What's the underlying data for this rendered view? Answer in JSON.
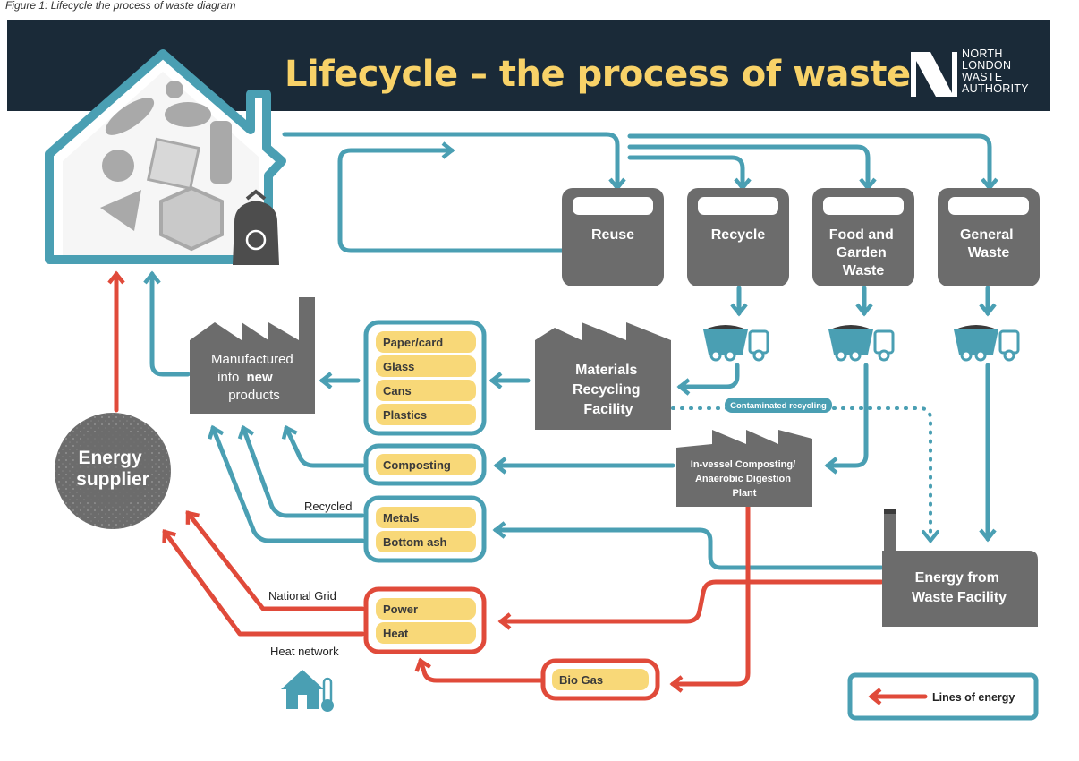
{
  "caption": "Figure 1: Lifecycle the process of waste diagram",
  "header": {
    "title": "Lifecycle – the process of waste",
    "logo": [
      "NORTH",
      "LONDON",
      "WASTE",
      "AUTHORITY"
    ]
  },
  "bins": {
    "reuse": [
      "Reuse"
    ],
    "recycle": [
      "Recycle"
    ],
    "food": [
      "Food and",
      "Garden",
      "Waste"
    ],
    "general": [
      "General",
      "Waste"
    ]
  },
  "facilities": {
    "mrf": [
      "Materials",
      "Recycling",
      "Facility"
    ],
    "manufactured": [
      "Manufactured",
      "into",
      "new",
      "products"
    ],
    "composting_plant": [
      "In-vessel Composting/",
      "Anaerobic Digestion",
      "Plant"
    ],
    "efw": [
      "Energy from",
      "Waste Facility"
    ],
    "energy_supplier": [
      "Energy",
      "supplier"
    ]
  },
  "materials": [
    "Paper/card",
    "Glass",
    "Cans",
    "Plastics"
  ],
  "composting": "Composting",
  "recycled_items": [
    "Metals",
    "Bottom ash"
  ],
  "energy_items": [
    "Power",
    "Heat"
  ],
  "biogas": "Bio Gas",
  "labels": {
    "contaminated": "Contaminated recycling",
    "recycled": "Recycled",
    "national_grid": "National Grid",
    "heat_network": "Heat network"
  },
  "legend": {
    "label": "Lines of energy"
  },
  "colors": {
    "teal": "#4a9fb3",
    "red": "#e04a3a",
    "grey": "#6c6c6c",
    "yellow": "#f8d878",
    "navy": "#1a2a38"
  }
}
